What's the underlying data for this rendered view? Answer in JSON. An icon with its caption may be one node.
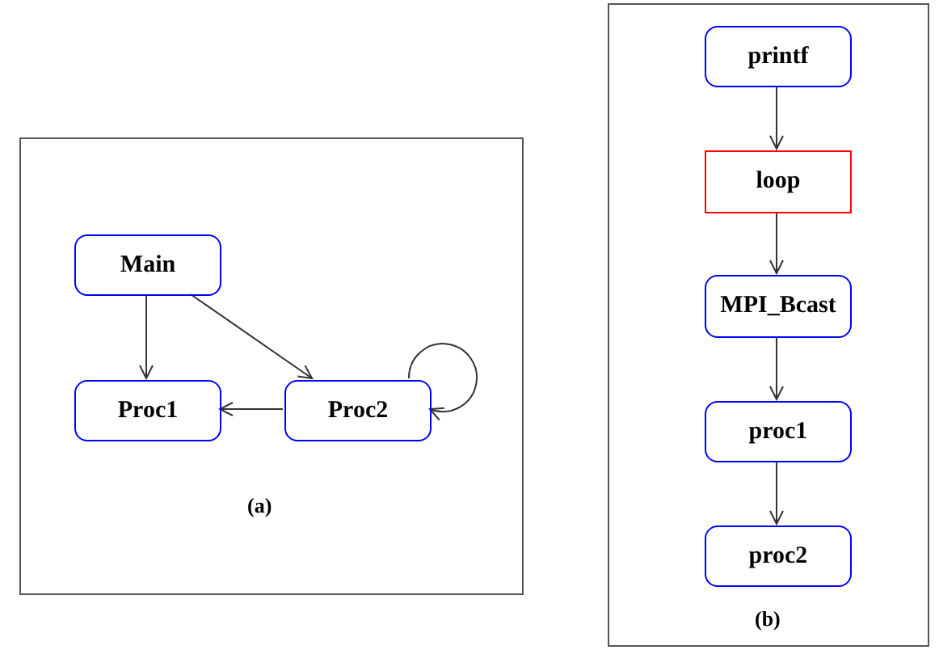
{
  "diagram": {
    "nodes": [
      {
        "text": [
          "(a)"
        ]
      },
      {
        "text": [
          "Main"
        ],
        "in": 0
      },
      {
        "text": [
          "Proc1"
        ],
        "in": 0
      },
      {
        "text": [
          "Proc2"
        ],
        "in": 0
      },
      {
        "text": [
          "(b)"
        ]
      },
      {
        "text": [
          "printf"
        ],
        "in": 4
      },
      {
        "text": [
          "loop"
        ],
        "in": 4
      },
      {
        "text": [
          "MPI_Bcast"
        ],
        "in": 4
      },
      {
        "text": [
          "proc1"
        ],
        "in": 4
      },
      {
        "text": [
          "proc2"
        ],
        "in": 4
      }
    ],
    "edges": [
      {
        "from": 1,
        "to": 2,
        "arrow": "to"
      },
      {
        "from": 1,
        "to": 3,
        "arrow": "to"
      },
      {
        "from": 3,
        "to": 2,
        "arrow": "to"
      },
      {
        "from": 3,
        "to": 3,
        "arrow": "to"
      },
      {
        "from": 5,
        "to": 6,
        "arrow": "to"
      },
      {
        "from": 6,
        "to": 7,
        "arrow": "to"
      },
      {
        "from": 7,
        "to": 8,
        "arrow": "to"
      },
      {
        "from": 8,
        "to": 9,
        "arrow": "to"
      }
    ]
  }
}
